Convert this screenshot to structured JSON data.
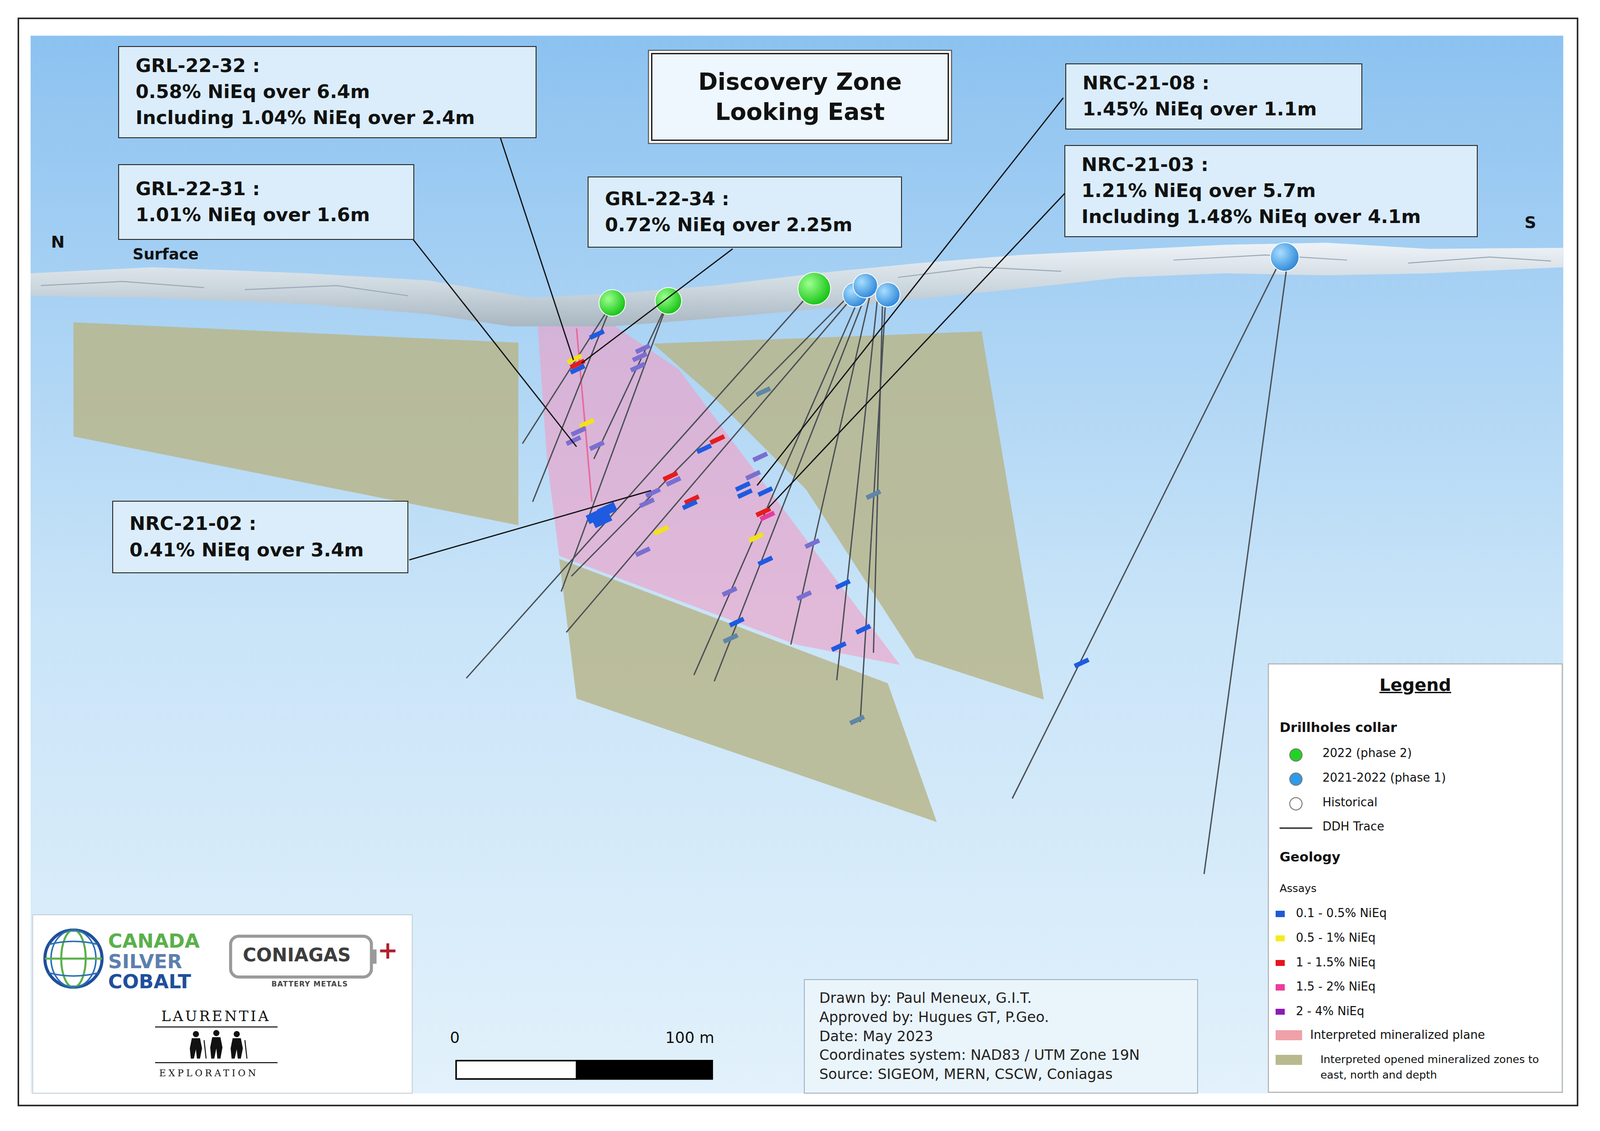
{
  "diagram": {
    "title": "Discovery Zone Looking East",
    "nodes": [
      {
        "text": [
          "GRL-22-32 :",
          "0.58% NiEq over 6.4m",
          "Including 1.04% NiEq over 2.4m"
        ]
      },
      {
        "text": [
          "NRC-21-08 :",
          "1.45% NiEq over 1.1m"
        ]
      },
      {
        "text": [
          "GRL-22-31 :",
          "1.01% NiEq over 1.6m"
        ]
      },
      {
        "text": [
          "GRL-22-34 :",
          "0.72% NiEq over 2.25m"
        ]
      },
      {
        "text": [
          "NRC-21-03 :",
          "1.21% NiEq over 5.7m",
          "Including 1.48% NiEq over 4.1m"
        ]
      },
      {
        "text": [
          "NRC-21-02 :",
          "0.41% NiEq over 3.4m"
        ]
      },
      {
        "text": [
          "Drawn by: Paul Meneux, G.I.T.",
          "Approved by: Hugues GT, P.Geo.",
          "Date: May 2023",
          "Coordinates system: NAD83 / UTM Zone 19N",
          "Source: SIGEOM, MERN, CSCW, Coniagas"
        ]
      }
    ],
    "labels": [
      "N",
      "Surface",
      "S",
      "0",
      "100 m",
      "CANADA",
      "SILVER",
      "COBALT",
      "CONIAGAS",
      "+",
      "BATTERY METALS",
      "LAURENTIA",
      "EXPLORATION",
      "Legend",
      "Drillholes collar",
      "Geology",
      "Assays"
    ],
    "legend": [
      {
        "text": "2022 (phase 2)",
        "color": "#22d422"
      },
      {
        "text": "2021-2022 (phase 1)",
        "color": "#2e9be8"
      },
      {
        "text": "Historical",
        "color": "#ffffff"
      },
      {
        "text": "DDH Trace"
      },
      {
        "text": "0.1 - 0.5% NiEq",
        "color": "#1f5bd6"
      },
      {
        "text": "0.5 - 1% NiEq",
        "color": "#f4ec1c"
      },
      {
        "text": "1 - 1.5% NiEq",
        "color": "#e8141c"
      },
      {
        "text": "1.5 - 2% NiEq",
        "color": "#ec3c9c"
      },
      {
        "text": "2 - 4% NiEq",
        "color": "#8c1cb4"
      },
      {
        "text": "Interpreted mineralized plane",
        "color": "#f0a0a8"
      },
      {
        "text": "Interpreted opened mineralized zones to east, north and depth",
        "color": "#b9b98f"
      }
    ]
  }
}
